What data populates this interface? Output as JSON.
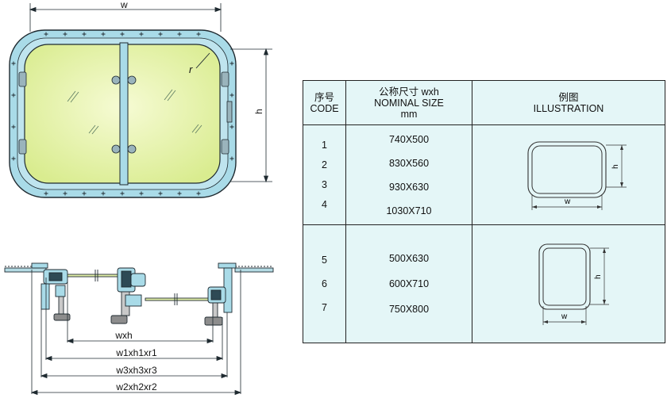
{
  "drawing": {
    "front_w": "w",
    "front_h": "h",
    "front_r": "r",
    "sect_dims": [
      "wxh",
      "w1xh1xr1",
      "w3xh3xr3",
      "w2xh2xr2"
    ]
  },
  "table": {
    "headers": {
      "code": [
        "序号",
        "CODE"
      ],
      "size": [
        "公称尺寸 wxh",
        "NOMINAL SIZE",
        "mm"
      ],
      "illustration": [
        "例图",
        "ILLUSTRATION"
      ]
    },
    "groups": [
      {
        "codes": [
          "1",
          "2",
          "3",
          "4"
        ],
        "sizes": [
          "740X500",
          "830X560",
          "930X630",
          "1030X710"
        ],
        "illus": {
          "w": "w",
          "h": "h"
        }
      },
      {
        "codes": [
          "5",
          "6",
          "7"
        ],
        "sizes": [
          "500X630",
          "600X710",
          "750X800"
        ],
        "illus": {
          "w": "w",
          "h": "h"
        }
      }
    ]
  },
  "colors": {
    "frame": "#a9dbe8",
    "glass": "#e2f0a8",
    "table_bg": "#e4f6f7",
    "outline": "#1f2a30"
  }
}
